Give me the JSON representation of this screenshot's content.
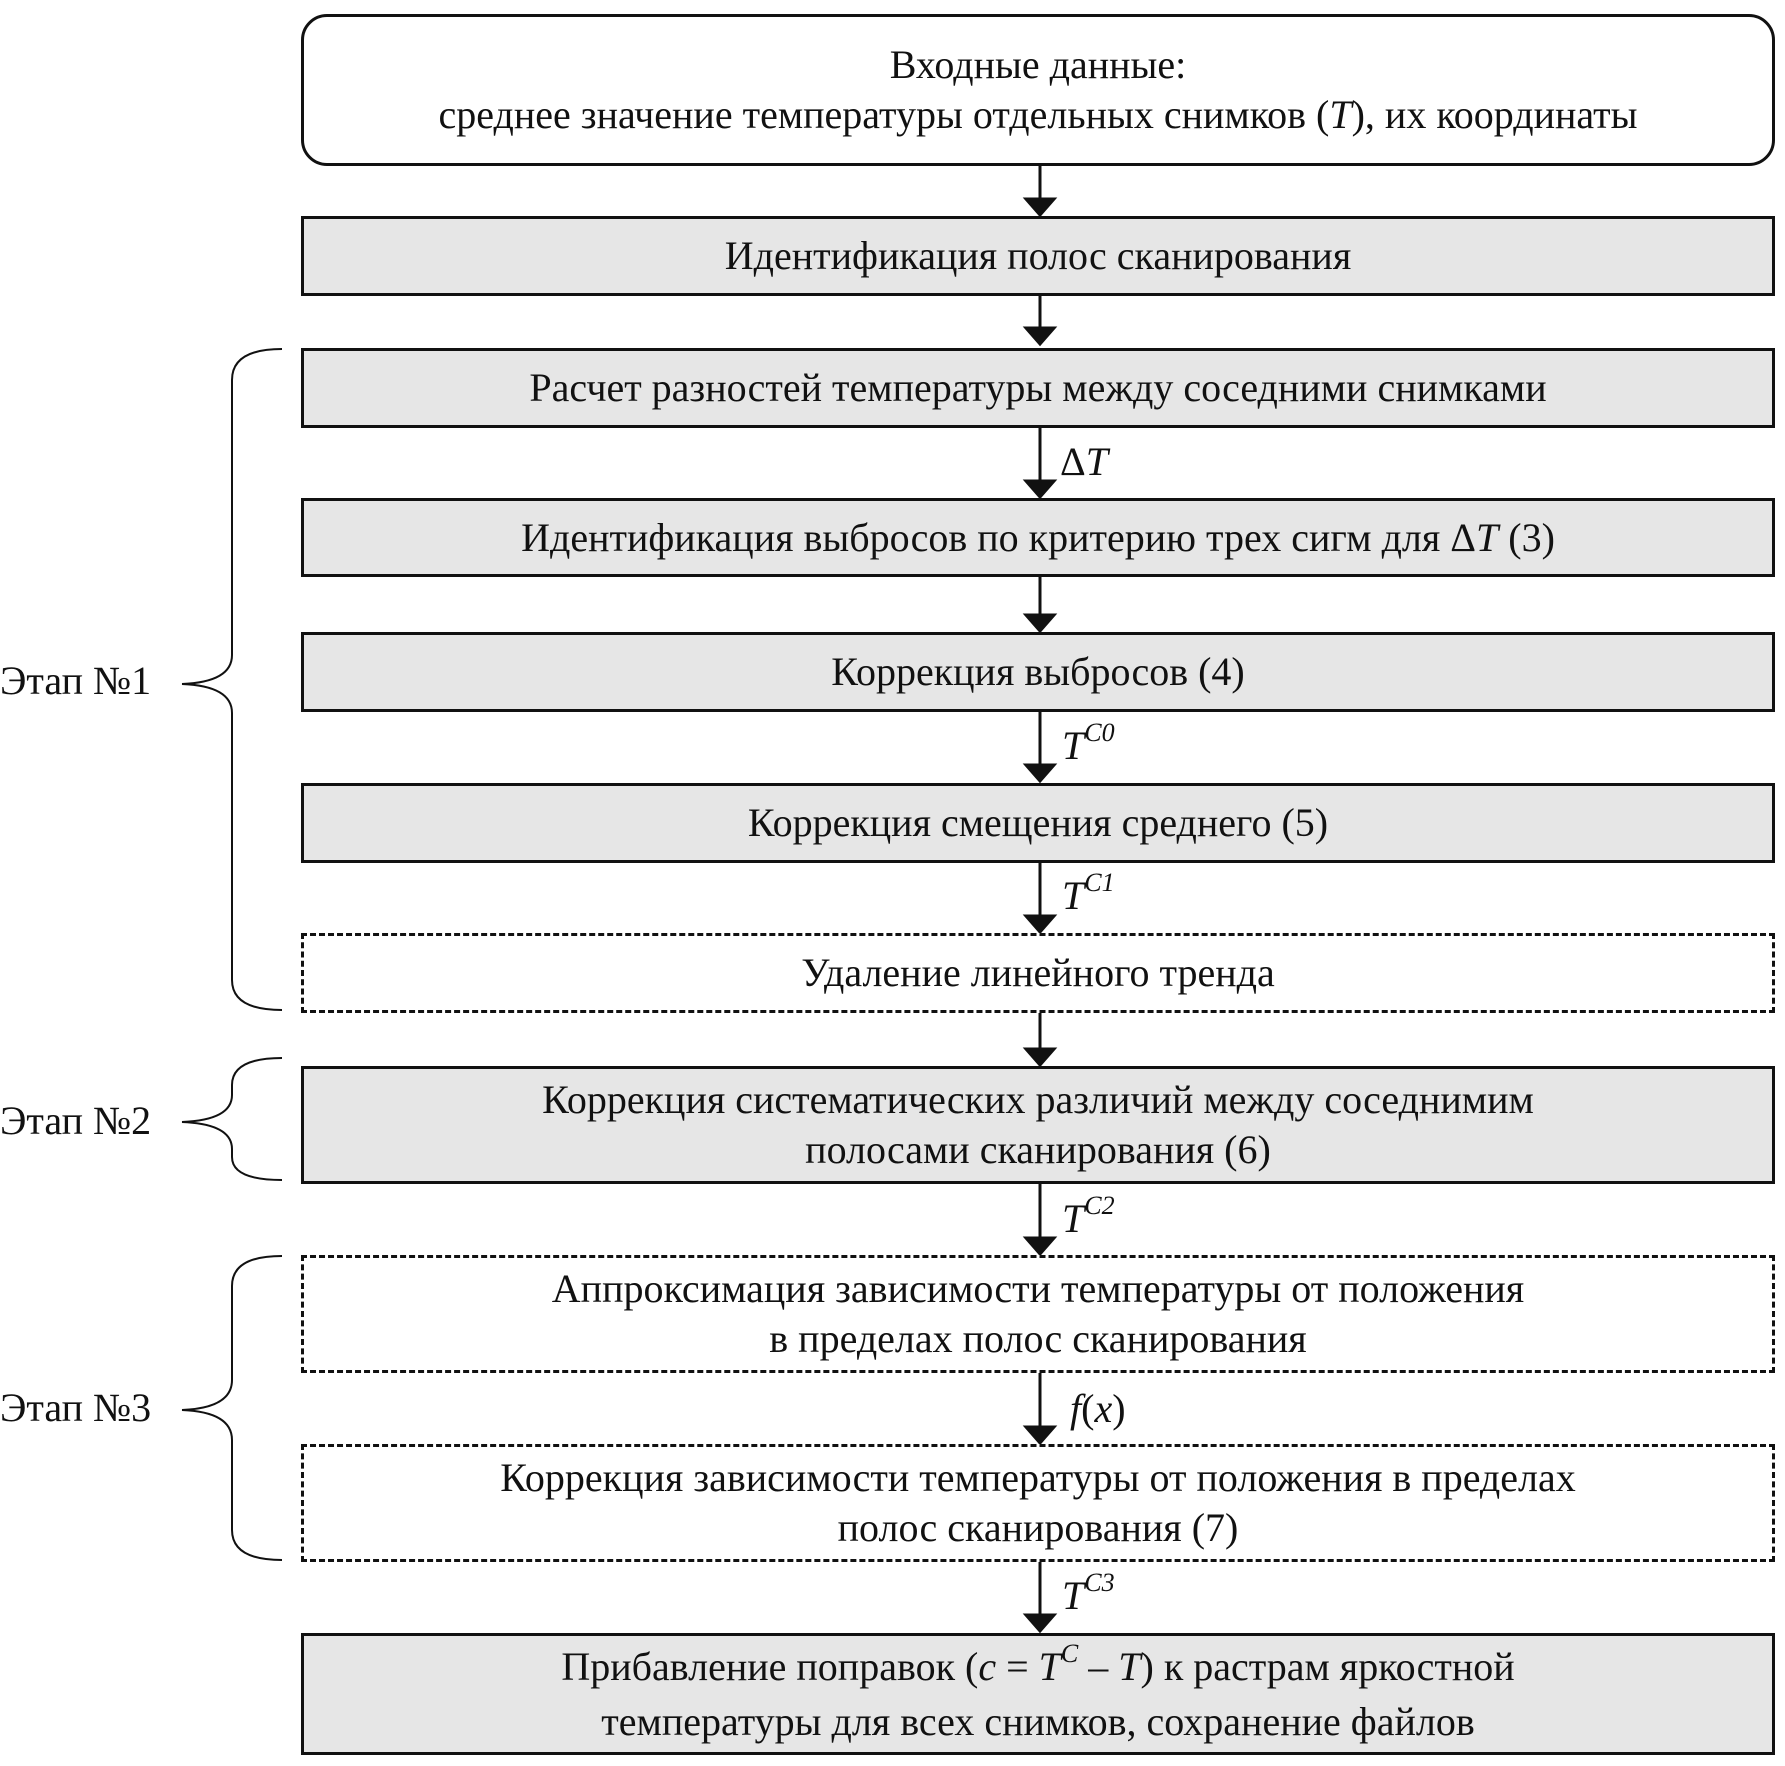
{
  "input_box": {
    "line1": "Входные данные:",
    "line2_pre": "среднее значение температуры отдельных снимков (",
    "line2_T": "T",
    "line2_post": "), их координаты"
  },
  "step_identify_strips": "Идентификация полос сканирования",
  "step_diff": "Расчет разностей температуры между соседними снимками",
  "step_outliers": {
    "pre": "Идентификация выбросов по критерию трех сигм для Δ",
    "T": "T",
    "post": " (3)"
  },
  "step_correct_outliers": "Коррекция выбросов  (4)",
  "step_mean_shift": "Коррекция смещения среднего  (5)",
  "step_trend": "Удаление линейного тренда",
  "step_systematic": {
    "line1": "Коррекция систематических различий между соседнимим",
    "line2": "полосами сканирования  (6)"
  },
  "step_approx": {
    "line1": "Аппроксимация зависимости температуры от положения",
    "line2": "в пределах полос сканирования"
  },
  "step_correct_dep": {
    "line1": "Коррекция зависимости температуры от положения в пределах",
    "line2": "полос сканирования (7)"
  },
  "step_final": {
    "line1_pre": "Прибавление поправок (",
    "c": "c",
    "eq": " = ",
    "T1": "T",
    "sup": "C",
    "minus": " – ",
    "T2": "T",
    "line1_post": ") к растрам яркостной",
    "line2": "температуры для всех снимков, сохранение файлов"
  },
  "arrow_labels": {
    "delta_T": {
      "delta": "Δ",
      "T": "T"
    },
    "tc0": {
      "T": "T",
      "sup": "C0"
    },
    "tc1": {
      "T": "T",
      "sup": "C1"
    },
    "tc2": {
      "T": "T",
      "sup": "C2"
    },
    "fx": {
      "f": "f",
      "open": "(",
      "x": "x",
      "close": ")"
    },
    "tc3": {
      "T": "T",
      "sup": "C3"
    }
  },
  "stages": {
    "stage1": "Этап №1",
    "stage2": "Этап №2",
    "stage3": "Этап №3"
  }
}
